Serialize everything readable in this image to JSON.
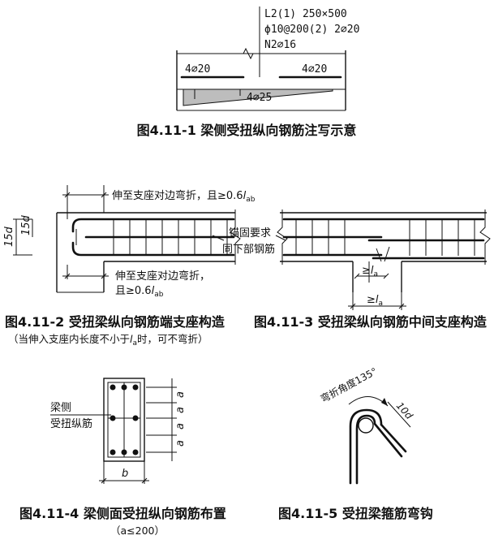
{
  "fig1": {
    "beam_code": "L2(1)  250×500",
    "stirrup": "ϕ10@200(2) 2⌀20",
    "torsion_bars": "N2⌀16",
    "top_left_bar": "4⌀20",
    "top_right_bar": "4⌀20",
    "bottom_bar": "4⌀25",
    "caption": "图4.11-1 梁侧受扭纵向钢筋注写示意"
  },
  "fig2": {
    "top_note_prefix": "伸至支座对边弯折，且≥0.6",
    "top_note_var": "l",
    "top_note_sub": "ab",
    "bend_left": "15d",
    "bend_inner": "15d",
    "bottom_note_line1": "伸至支座对边弯折，",
    "bottom_note_line2_prefix": "且≥0.6",
    "bottom_note_var": "l",
    "bottom_note_sub": "ab",
    "caption": "图4.11-2 受扭梁纵向钢筋端支座构造",
    "note_prefix": "（当伸入支座内长度不小于",
    "note_var": "l",
    "note_sub": "a",
    "note_suffix": "时，可不弯折）"
  },
  "fig3": {
    "anchor_label": "锚固要求",
    "same_label": "同下部钢筋",
    "dim_inner_prefix": "≥",
    "dim_inner_var": "l",
    "dim_inner_sub": "a",
    "dim_outer_prefix": "≥",
    "dim_outer_var": "l",
    "dim_outer_sub": "a",
    "caption": "图4.11-3 受扭梁纵向钢筋中间支座构造"
  },
  "fig4": {
    "side_label_line1": "梁侧",
    "side_label_line2": "受扭纵筋",
    "spacing": [
      "a",
      "a",
      "a",
      "a"
    ],
    "width": "b",
    "caption": "图4.11-4 梁侧面受扭纵向钢筋布置",
    "condition": "（a≤200）"
  },
  "fig5": {
    "angle_label": "弯折角度135°",
    "hook_length": "10d",
    "caption": "图4.11-5 受扭梁箍筋弯钩"
  }
}
